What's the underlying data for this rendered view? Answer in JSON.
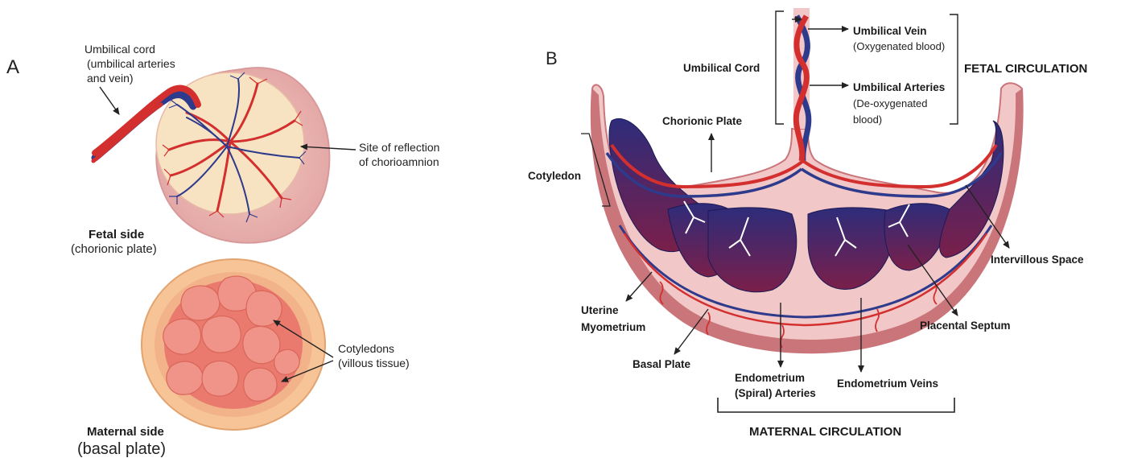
{
  "panel_a": {
    "letter": "A",
    "umbilical_cord": [
      "Umbilical cord",
      "(umbilical arteries",
      "and vein)"
    ],
    "site_of_reflection": [
      "Site of reflection",
      "of chorioamnion"
    ],
    "fetal_side": {
      "title": "Fetal side",
      "subtitle": "(chorionic plate)"
    },
    "cotyledons": [
      "Cotyledons",
      "(villous tissue)"
    ],
    "maternal_side": {
      "title": "Maternal side",
      "subtitle": "(basal plate)"
    }
  },
  "panel_b": {
    "letter": "B",
    "umbilical_cord": "Umbilical Cord",
    "umbilical_vein": {
      "title": "Umbilical Vein",
      "note": "(Oxygenated blood)"
    },
    "umbilical_arteries": {
      "title": "Umbilical Arteries",
      "note": [
        "(De-oxygenated",
        "blood)"
      ]
    },
    "fetal_circulation": "FETAL CIRCULATION",
    "chorionic_plate": "Chorionic Plate",
    "cotyledon": "Cotyledon",
    "intervillous_space": "Intervillous Space",
    "uterine_myometrium": [
      "Uterine",
      "Myometrium"
    ],
    "placental_septum": "Placental Septum",
    "basal_plate": "Basal Plate",
    "endometrium_arteries": [
      "Endometrium",
      "(Spiral) Arteries"
    ],
    "endometrium_veins": "Endometrium Veins",
    "maternal_circulation": "MATERNAL CIRCULATION"
  },
  "colors": {
    "artery_red": "#d32f2f",
    "vein_blue": "#2e3a8c",
    "placenta_pink": "#f2c7c7",
    "myometrium": "#c9757a",
    "intervillous_navy": "#2b2a6e",
    "chorion_cream": "#f6e2c2",
    "maternal_salmon": "#ec8f80"
  }
}
